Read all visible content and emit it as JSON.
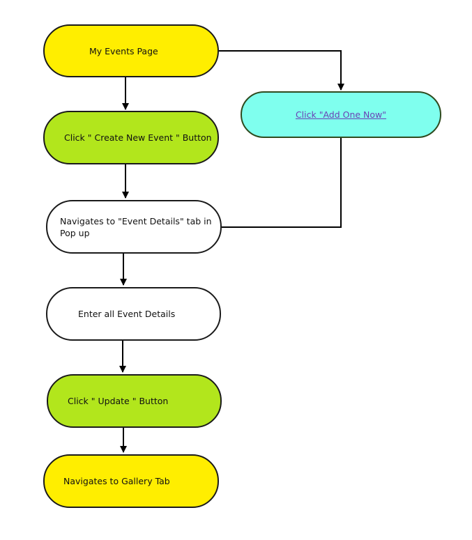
{
  "flowchart": {
    "nodes": [
      {
        "id": "events",
        "label": "My Events Page",
        "fill": "#ffee00"
      },
      {
        "id": "create",
        "label": "Click \" Create New Event \" Button",
        "fill": "#b2e61c"
      },
      {
        "id": "navigate",
        "label": "Navigates to \"Event Details\" tab in Pop up",
        "fill": "#ffffff"
      },
      {
        "id": "enter",
        "label": "Enter all Event Details",
        "fill": "#ffffff"
      },
      {
        "id": "update",
        "label": "Click \" Update \" Button",
        "fill": "#b2e61c"
      },
      {
        "id": "gallery",
        "label": "Navigates to  Gallery Tab",
        "fill": "#ffee00"
      },
      {
        "id": "addone",
        "label": "Click \"Add One Now\"",
        "fill": "#7fffee",
        "link_color": "#6a3fb5"
      }
    ],
    "edges": [
      {
        "from": "events",
        "to": "create"
      },
      {
        "from": "events",
        "to": "addone"
      },
      {
        "from": "create",
        "to": "navigate"
      },
      {
        "from": "addone",
        "to": "navigate"
      },
      {
        "from": "navigate",
        "to": "enter"
      },
      {
        "from": "enter",
        "to": "update"
      },
      {
        "from": "update",
        "to": "gallery"
      }
    ]
  }
}
